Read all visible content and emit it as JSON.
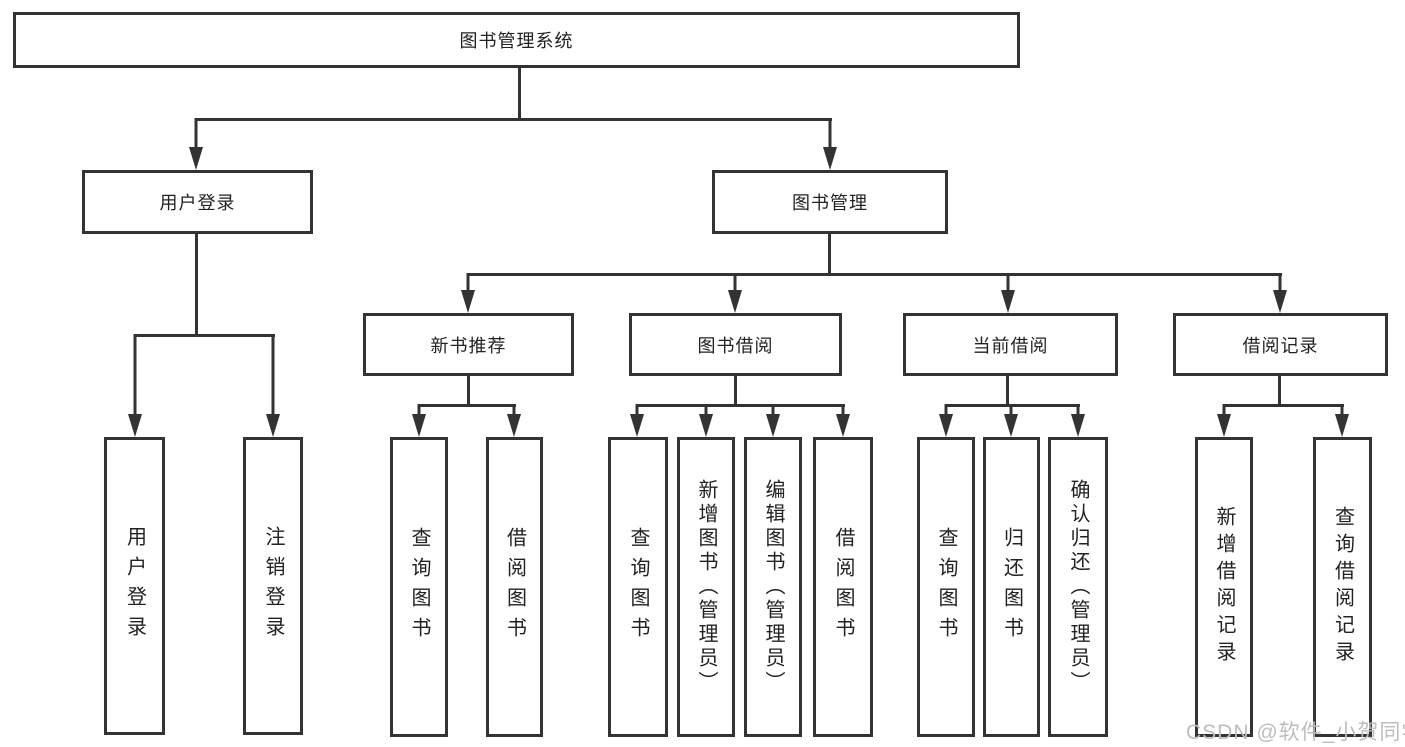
{
  "tree": {
    "root": {
      "label": "图书管理系统",
      "children": [
        {
          "label": "用户登录",
          "children": [
            {
              "label": "用户登录"
            },
            {
              "label": "注销登录"
            }
          ]
        },
        {
          "label": "图书管理",
          "children": [
            {
              "label": "新书推荐",
              "children": [
                {
                  "label": "查询图书"
                },
                {
                  "label": "借阅图书"
                }
              ]
            },
            {
              "label": "图书借阅",
              "children": [
                {
                  "label": "查询图书"
                },
                {
                  "label": "新增图书（管理员）"
                },
                {
                  "label": "编辑图书（管理员）"
                },
                {
                  "label": "借阅图书"
                }
              ]
            },
            {
              "label": "当前借阅",
              "children": [
                {
                  "label": "查询图书"
                },
                {
                  "label": "归还图书"
                },
                {
                  "label": "确认归还（管理员）"
                }
              ]
            },
            {
              "label": "借阅记录",
              "children": [
                {
                  "label": "新增借阅记录"
                },
                {
                  "label": "查询借阅记录"
                }
              ]
            }
          ]
        }
      ]
    }
  },
  "watermark": "CSDN @软件_小贺同学",
  "colors": {
    "line": "#333333",
    "text": "#222222",
    "watermark": "#bdbdbd",
    "background": "#ffffff"
  }
}
